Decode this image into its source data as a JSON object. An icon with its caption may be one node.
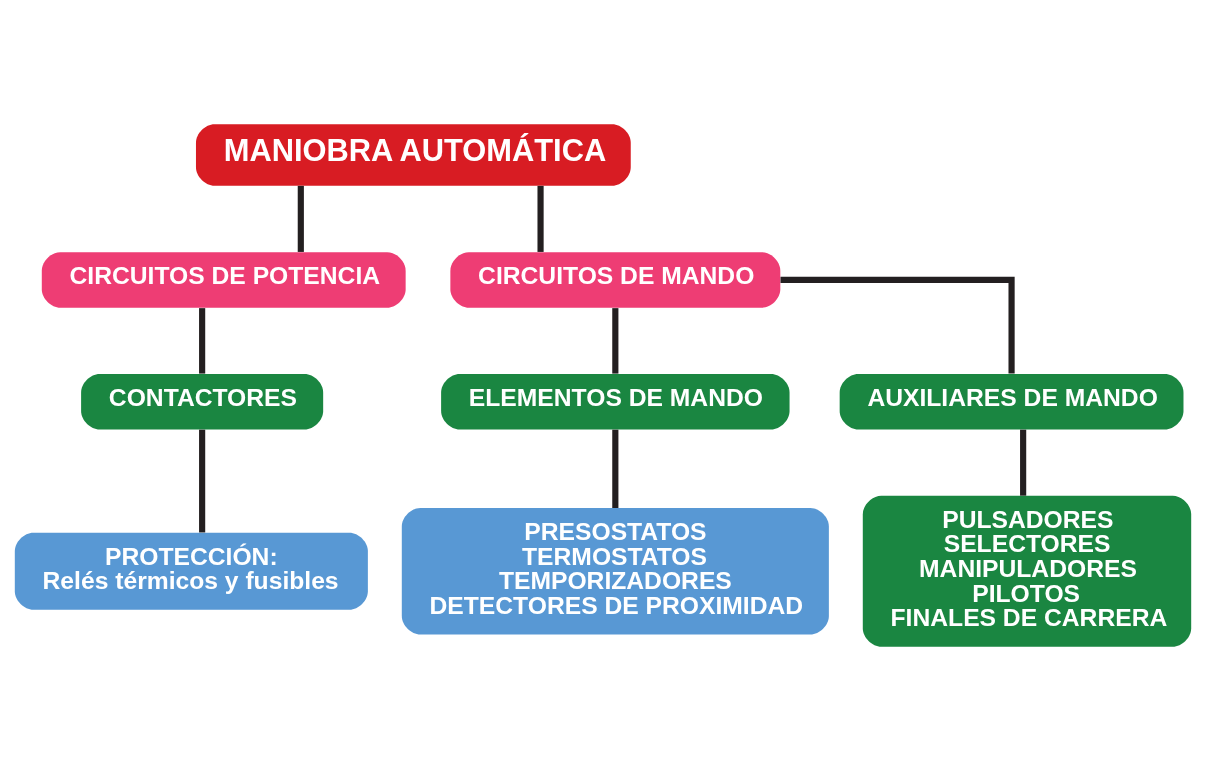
{
  "diagram": {
    "nodes": [
      {
        "text": [
          "MANIOBRA AUTOMÁTICA"
        ]
      },
      {
        "text": [
          "CIRCUITOS DE POTENCIA"
        ]
      },
      {
        "text": [
          "CIRCUITOS DE MANDO"
        ]
      },
      {
        "text": [
          "CONTACTORES"
        ]
      },
      {
        "text": [
          "ELEMENTOS DE MANDO"
        ]
      },
      {
        "text": [
          "AUXILIARES DE MANDO"
        ]
      },
      {
        "text": [
          "PROTECCIÓN:",
          "Relés térmicos y fusibles"
        ]
      },
      {
        "text": [
          "PRESOSTATOS",
          "TERMOSTATOS",
          "TEMPORIZADORES",
          "DETECTORES DE PROXIMIDAD"
        ]
      },
      {
        "text": [
          "PULSADORES",
          "SELECTORES",
          "MANIPULADORES",
          "PILOTOS",
          "FINALES DE CARRERA"
        ]
      }
    ],
    "edges": [
      {
        "from": 0,
        "to": 1,
        "arrow": "none"
      },
      {
        "from": 0,
        "to": 2,
        "arrow": "none"
      },
      {
        "from": 1,
        "to": 3,
        "arrow": "none"
      },
      {
        "from": 2,
        "to": 4,
        "arrow": "none"
      },
      {
        "from": 2,
        "to": 5,
        "arrow": "none"
      },
      {
        "from": 3,
        "to": 6,
        "arrow": "none"
      },
      {
        "from": 4,
        "to": 7,
        "arrow": "none"
      },
      {
        "from": 5,
        "to": 8,
        "arrow": "none"
      }
    ]
  }
}
